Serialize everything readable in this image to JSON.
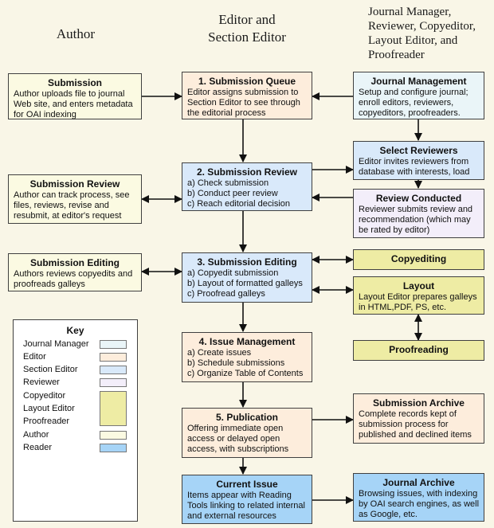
{
  "headers": {
    "author_column": "Author",
    "editor_column": "Editor and\nSection Editor",
    "roles_column": "Journal Manager,\nReviewer, Copyeditor,\nLayout Editor, and\nProofreader"
  },
  "palette": {
    "background": "#f9f6e7",
    "journal_manager": "#eaf5f8",
    "editor": "#fdeddc",
    "section_editor": "#d9e9fa",
    "reviewer": "#f3eefa",
    "copyeditor_layout_proofreader": "#eeeca4",
    "author": "#fbfae2",
    "reader": "#a6d4f7",
    "key_background": "#ffffff",
    "box_border": "#404040",
    "arrow": "#111111"
  },
  "boxes": {
    "submission_author": {
      "title": "Submission",
      "body": "Author uploads file to journal Web site, and enters metadata for OAI indexing"
    },
    "submission_queue": {
      "title": "1. Submission Queue",
      "body": "Editor assigns submission to Section Editor to see through the editorial process"
    },
    "journal_management": {
      "title": "Journal Management",
      "body": "Setup and configure journal; enroll editors, reviewers, copyeditors, proofreaders."
    },
    "select_reviewers": {
      "title": "Select Reviewers",
      "body": "Editor invites reviewers from database with interests, load"
    },
    "review_conducted": {
      "title": "Review Conducted",
      "body": "Reviewer submits review and recommendation (which may be rated by editor)"
    },
    "submission_review_mid": {
      "title": "2. Submission Review",
      "body": "a) Check submission\nb) Conduct peer review\nc) Reach editorial decision"
    },
    "submission_review_author": {
      "title": "Submission Review",
      "body": "Author can track process, see files, reviews, revise and resubmit, at editor's request"
    },
    "submission_editing_author": {
      "title": "Submission Editing",
      "body": "Authors reviews copyedits and proofreads galleys"
    },
    "submission_editing_mid": {
      "title": "3. Submission Editing",
      "body": "a) Copyedit submission\nb) Layout of formatted galleys\nc) Proofread galleys"
    },
    "copyediting": {
      "title": "Copyediting"
    },
    "layout": {
      "title": "Layout",
      "body": "Layout Editor prepares galleys in HTML,PDF, PS, etc."
    },
    "proofreading": {
      "title": "Proofreading"
    },
    "issue_management": {
      "title": "4. Issue Management",
      "body": "a) Create issues\nb) Schedule submissions\nc) Organize Table of Contents"
    },
    "publication": {
      "title": "5. Publication",
      "body": "Offering immediate open access or delayed open access, with subscriptions"
    },
    "submission_archive": {
      "title": "Submission Archive",
      "body": "Complete records kept of submission process for published and declined items"
    },
    "current_issue": {
      "title": "Current Issue",
      "body": "Items appear with Reading Tools linking to related internal and external resources"
    },
    "journal_archive": {
      "title": "Journal Archive",
      "body": "Browsing issues, with indexing by OAI search engines, as well as Google, etc."
    }
  },
  "key": {
    "title": "Key",
    "items": [
      {
        "label": "Journal Manager",
        "swatch": "journal_manager"
      },
      {
        "label": "Editor",
        "swatch": "editor"
      },
      {
        "label": "Section Editor",
        "swatch": "section_editor"
      },
      {
        "label": "Reviewer",
        "swatch": "reviewer"
      },
      {
        "label": "Copyeditor",
        "swatch": "copyeditor_layout_proofreader"
      },
      {
        "label": "Layout Editor",
        "swatch": "copyeditor_layout_proofreader"
      },
      {
        "label": "Proofreader",
        "swatch": "copyeditor_layout_proofreader"
      },
      {
        "label": "Author",
        "swatch": "author"
      },
      {
        "label": "Reader",
        "swatch": "reader"
      }
    ]
  }
}
